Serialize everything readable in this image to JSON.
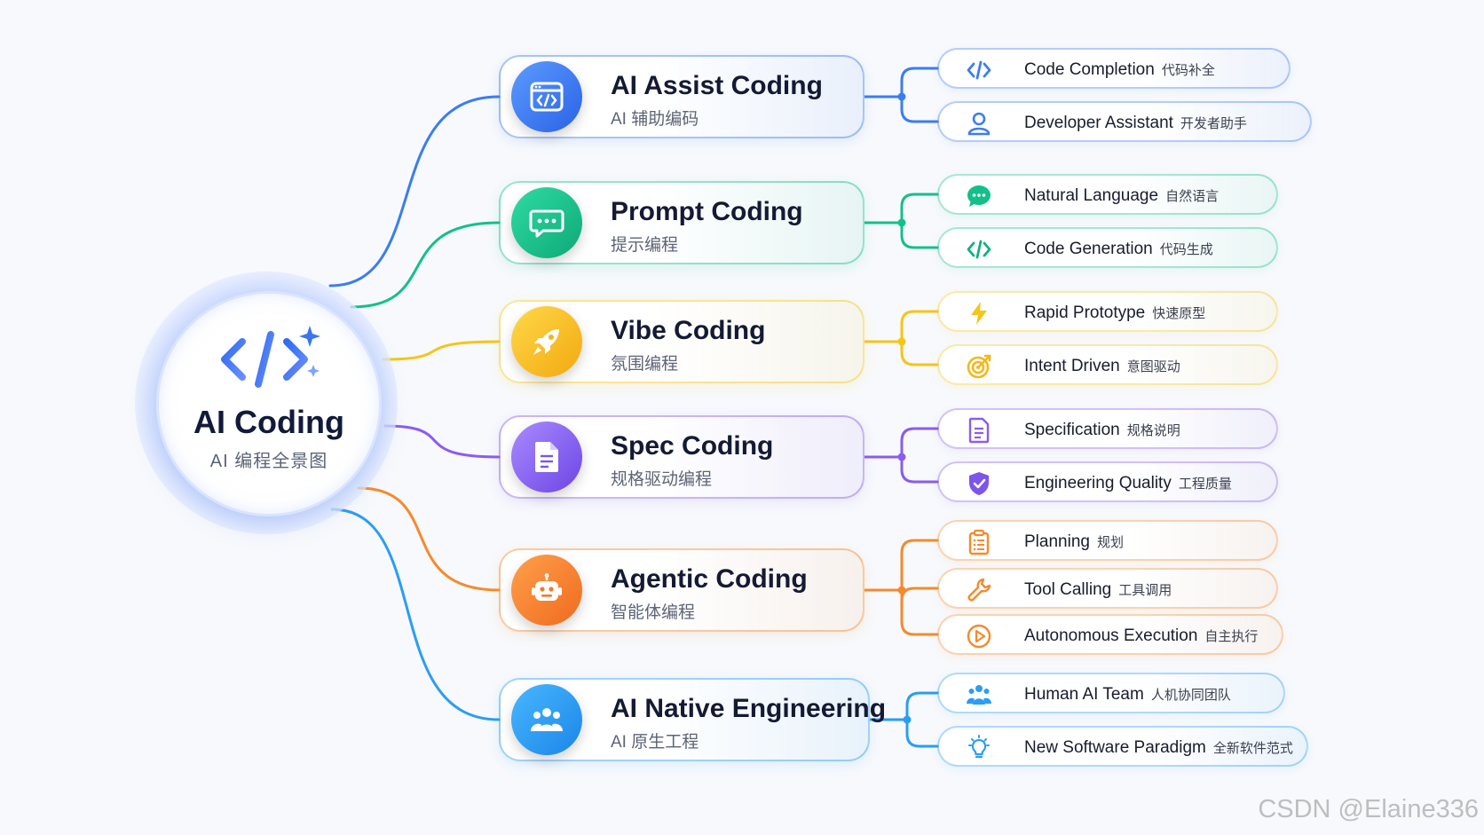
{
  "center": {
    "title": "AI Coding",
    "subtitle": "AI 编程全景图",
    "icon": "code-sparkle-icon"
  },
  "categories": [
    {
      "title": "AI Assist Coding",
      "subtitle": "AI 辅助编码",
      "icon": "code-window-icon",
      "color": "#3b7cf5",
      "items": [
        {
          "en": "Code Completion",
          "cn": "代码补全",
          "icon": "code-brackets-icon"
        },
        {
          "en": "Developer Assistant",
          "cn": "开发者助手",
          "icon": "user-icon"
        }
      ]
    },
    {
      "title": "Prompt Coding",
      "subtitle": "提示编程",
      "icon": "chat-bubble-icon",
      "color": "#14c08a",
      "items": [
        {
          "en": "Natural Language",
          "cn": "自然语言",
          "icon": "chat-icon"
        },
        {
          "en": "Code Generation",
          "cn": "代码生成",
          "icon": "code-brackets-icon"
        }
      ]
    },
    {
      "title": "Vibe Coding",
      "subtitle": "氛围编程",
      "icon": "rocket-icon",
      "color": "#f5c518",
      "items": [
        {
          "en": "Rapid Prototype",
          "cn": "快速原型",
          "icon": "lightning-icon"
        },
        {
          "en": "Intent Driven",
          "cn": "意图驱动",
          "icon": "target-icon"
        }
      ]
    },
    {
      "title": "Spec Coding",
      "subtitle": "规格驱动编程",
      "icon": "document-icon",
      "color": "#8a5cf0",
      "items": [
        {
          "en": "Specification",
          "cn": "规格说明",
          "icon": "spec-doc-icon"
        },
        {
          "en": "Engineering Quality",
          "cn": "工程质量",
          "icon": "shield-check-icon"
        }
      ]
    },
    {
      "title": "Agentic Coding",
      "subtitle": "智能体编程",
      "icon": "robot-icon",
      "color": "#f58a2c",
      "items": [
        {
          "en": "Planning",
          "cn": "规划",
          "icon": "clipboard-icon"
        },
        {
          "en": "Tool Calling",
          "cn": "工具调用",
          "icon": "wrench-icon"
        },
        {
          "en": "Autonomous Execution",
          "cn": "自主执行",
          "icon": "play-circle-icon"
        }
      ]
    },
    {
      "title": "AI Native Engineering",
      "subtitle": "AI 原生工程",
      "icon": "team-icon",
      "color": "#2a9df4",
      "items": [
        {
          "en": "Human AI Team",
          "cn": "人机协同团队",
          "icon": "team-icon"
        },
        {
          "en": "New Software Paradigm",
          "cn": "全新软件范式",
          "icon": "lightbulb-icon"
        }
      ]
    }
  ],
  "watermark": "CSDN @Elaine336"
}
